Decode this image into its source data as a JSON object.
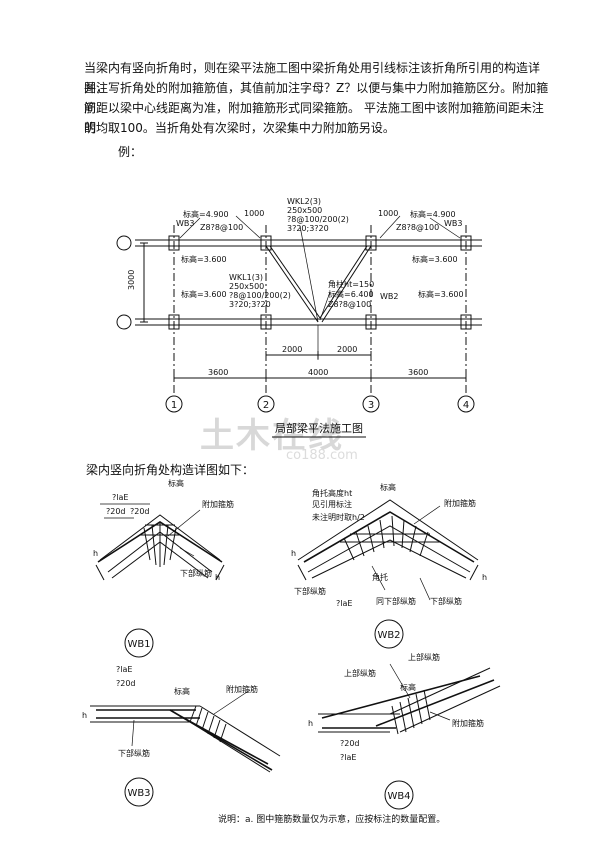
{
  "intro": {
    "line1": "当梁内有竖向折角时，则在梁平法施工图中梁折角处用引线标注该折角所引用的构造详图，",
    "line2": "并注写折角处的附加箍筋值，其值前加注字母？Z？以便与集中力附加箍筋区分。附加箍筋",
    "line3": "间距以梁中心线距离为准，附加箍筋形式同梁箍筋。 平法施工图中该附加箍筋间距未注明",
    "line4": "的均取100。当折角处有次梁时，次梁集中力附加筋另设。",
    "example": "例："
  },
  "plan": {
    "title": "局部梁平法施工图",
    "top_tag_left": "WB3",
    "top_tag_right": "WB3",
    "mid_tag": "WB2",
    "left_top": [
      "标高=4.900",
      "Z8?8@100",
      "1000"
    ],
    "right_top": [
      "1000",
      "标高=4.900",
      "Z8?8@100"
    ],
    "wkl2": [
      "WKL2(3)",
      "250x500",
      "?8@100/200(2)",
      "3?20;3?20"
    ],
    "wkl1": [
      "WKL1(3)",
      "250x500",
      "?8@100/200(2)",
      "3?20;3?20"
    ],
    "left_row1": "标高=3.600",
    "left_row2": "标高=3.600",
    "right_row1": "标高=3.600",
    "right_row2": "标高=3.600",
    "mid_note": [
      "角柱ht=150",
      "标高=6.400",
      "Z8?8@100"
    ],
    "span_label": "3000",
    "dims_inner": [
      "2000",
      "2000"
    ],
    "dims_outer": [
      "3600",
      "4000",
      "3600"
    ],
    "axes": [
      "1",
      "2",
      "3",
      "4"
    ]
  },
  "details": {
    "heading": "梁内竖向折角处构造详图如下：",
    "wb1": {
      "tag": "WB1",
      "labels": [
        "?laE",
        "标高",
        "?20d",
        "?20d",
        "附加箍筋",
        "下部纵筋"
      ]
    },
    "wb2": {
      "tag": "WB2",
      "labels": [
        "角托高度ht",
        "见引用标注",
        "未注明时取h/2",
        "标高",
        "附加箍筋",
        "角托",
        "下部纵筋",
        "?laE",
        "同下部纵筋",
        "下部纵筋"
      ]
    },
    "wb3": {
      "tag": "WB3",
      "labels": [
        "?laE",
        "?20d",
        "标高",
        "附加箍筋",
        "下部纵筋"
      ]
    },
    "wb4": {
      "tag": "WB4",
      "labels": [
        "上部纵筋",
        "上部纵筋",
        "标高",
        "?20d",
        "?laE",
        "附加箍筋"
      ]
    },
    "note": "说明：a. 图中箍筋数量仅为示意，应按标注的数量配置。",
    "h": "h"
  },
  "watermark": {
    "main": "土木在线",
    "sub": "co188.com"
  }
}
